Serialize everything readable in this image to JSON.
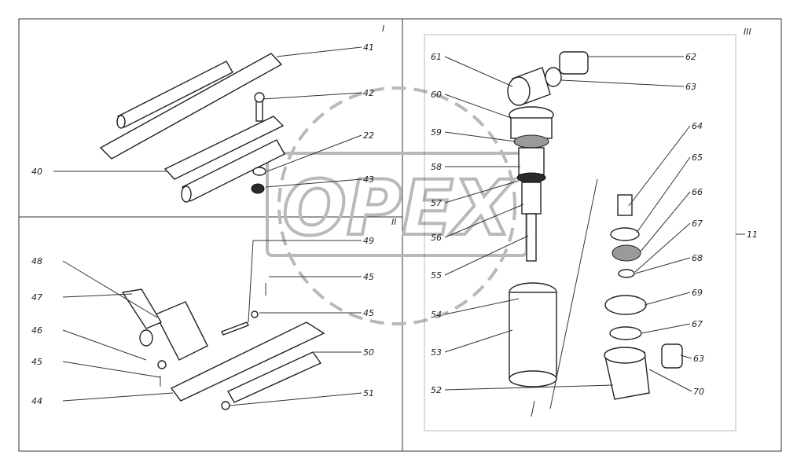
{
  "sections": {
    "section_1": "I",
    "section_2": "II",
    "section_3": "III"
  },
  "watermark": "OPEX",
  "callouts": {
    "p41": "41",
    "p42": "42",
    "p40": "40",
    "p22": "22",
    "p43": "43",
    "p49": "49",
    "p48": "48",
    "p47": "47",
    "p45a": "45",
    "p45b": "45",
    "p46": "46",
    "p45c": "45",
    "p44": "44",
    "p50": "50",
    "p51": "51",
    "p61": "61",
    "p60": "60",
    "p59": "59",
    "p58": "58",
    "p57": "57",
    "p56": "56",
    "p55": "55",
    "p54": "54",
    "p53": "53",
    "p52": "52",
    "p62": "62",
    "p63": "63",
    "p64": "64",
    "p65": "65",
    "p66": "66",
    "p67": "67",
    "p68": "68",
    "p69": "69",
    "p67b": "67",
    "p63b": "63",
    "p70": "70",
    "p11": "11"
  },
  "colors": {
    "line": "#222222",
    "watermark": "#b9b9b9",
    "background": "#ffffff"
  }
}
